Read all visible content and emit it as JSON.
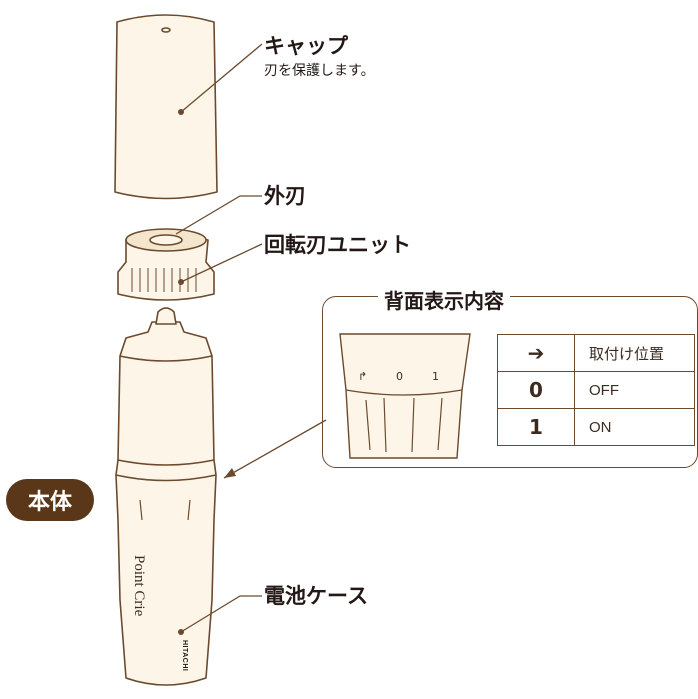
{
  "labels": {
    "cap": "キャップ",
    "cap_desc": "刃を保護します。",
    "outer_blade": "外刃",
    "rotary_unit": "回転刃ユニット",
    "battery_case": "電池ケース",
    "body_badge": "本体"
  },
  "panel": {
    "title": "背面表示内容",
    "rows": [
      {
        "symbol": "➔",
        "symbol_name": "arrow-icon",
        "text": "取付け位置"
      },
      {
        "symbol": "0",
        "text": "OFF"
      },
      {
        "symbol": "1",
        "text": "ON"
      }
    ],
    "marks": [
      "↱",
      "0",
      "1"
    ]
  },
  "device": {
    "model_text": "Point Crie",
    "brand_text": "HITACHI"
  },
  "colors": {
    "outline": "#6b4a2e",
    "fill": "#fdf6e8",
    "badge": "#5a3719"
  }
}
